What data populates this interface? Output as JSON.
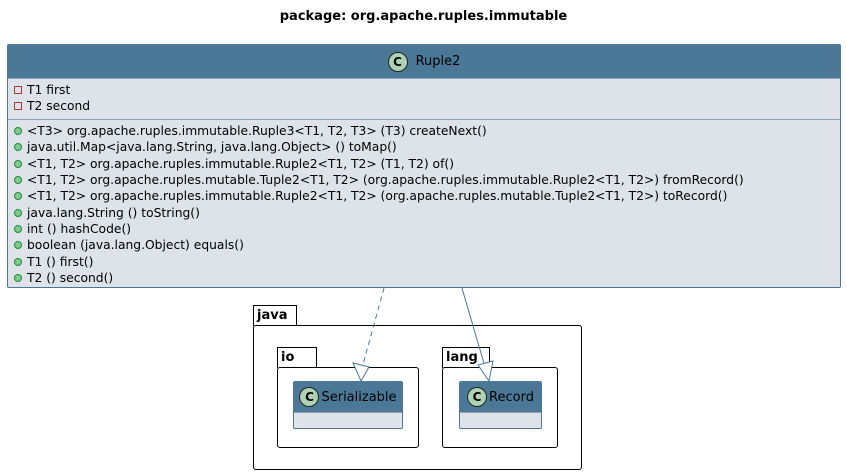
{
  "title": "package: org.apache.ruples.immutable",
  "main_class": {
    "badge": "C",
    "name": "Ruple2",
    "fields": [
      {
        "visibility": "private",
        "text": "T1 first"
      },
      {
        "visibility": "private",
        "text": "T2 second"
      }
    ],
    "methods": [
      {
        "visibility": "public",
        "text": "<T3> org.apache.ruples.immutable.Ruple3<T1, T2, T3> (T3) createNext()"
      },
      {
        "visibility": "public",
        "text": "java.util.Map<java.lang.String, java.lang.Object> () toMap()"
      },
      {
        "visibility": "public",
        "text": "<T1, T2> org.apache.ruples.immutable.Ruple2<T1, T2> (T1, T2) of()"
      },
      {
        "visibility": "public",
        "text": "<T1, T2> org.apache.ruples.mutable.Tuple2<T1, T2> (org.apache.ruples.immutable.Ruple2<T1, T2>) fromRecord()"
      },
      {
        "visibility": "public",
        "text": "<T1, T2> org.apache.ruples.immutable.Ruple2<T1, T2> (org.apache.ruples.mutable.Tuple2<T1, T2>) toRecord()"
      },
      {
        "visibility": "public",
        "text": "java.lang.String () toString()"
      },
      {
        "visibility": "public",
        "text": "int () hashCode()"
      },
      {
        "visibility": "public",
        "text": "boolean (java.lang.Object) equals()"
      },
      {
        "visibility": "public",
        "text": "T1 () first()"
      },
      {
        "visibility": "public",
        "text": "T2 () second()"
      }
    ]
  },
  "packages": {
    "outer": {
      "name": "java"
    },
    "io": {
      "name": "io"
    },
    "lang": {
      "name": "lang"
    }
  },
  "classes": {
    "serializable": {
      "badge": "C",
      "name": "Serializable"
    },
    "record": {
      "badge": "C",
      "name": "Record"
    }
  },
  "colors": {
    "header": "#4b7897",
    "body": "#dee3e9",
    "badge": "#add1b2",
    "arrow": "#4b7897"
  }
}
